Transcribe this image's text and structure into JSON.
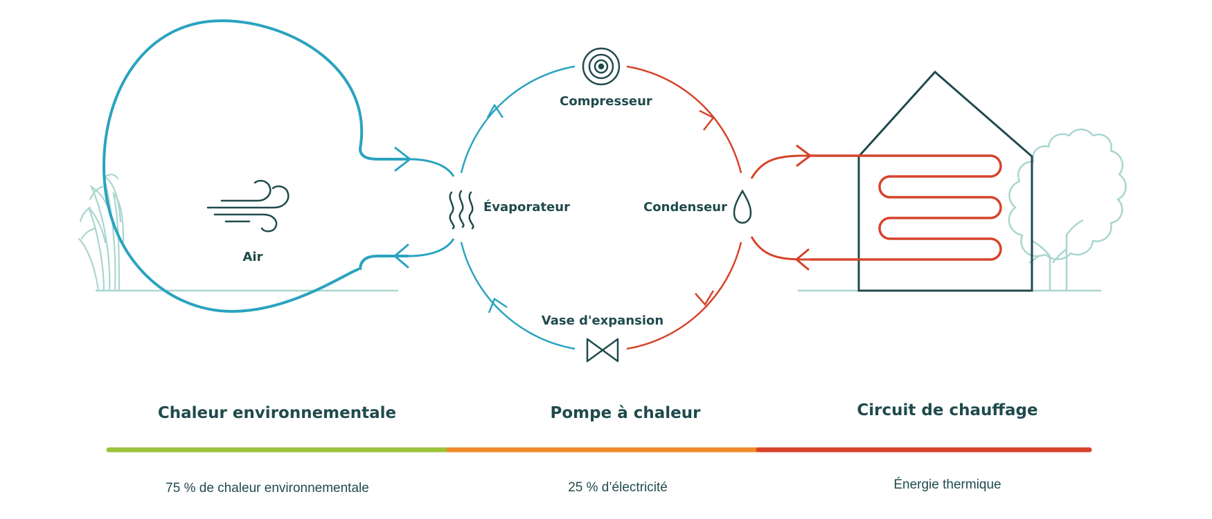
{
  "labels": {
    "air": "Air",
    "evaporator": "Évaporateur",
    "compressor": "Compresseur",
    "condenser": "Condenseur",
    "expansion": "Vase d'expansion"
  },
  "sections": [
    {
      "title": "Chaleur environnementale",
      "caption": "75 % de chaleur environnementale"
    },
    {
      "title": "Pompe à chaleur",
      "caption": "25 % d’électricité"
    },
    {
      "title": "Circuit de chauffage",
      "caption": "Énergie thermique"
    }
  ],
  "colors": {
    "cold": "#2aa3bf",
    "hot": "#d6432b",
    "text": "#1f4a4c",
    "scenery": "#a9d6cf",
    "green": "#9bc33c",
    "orange": "#ef8a2c",
    "red": "#d6432b"
  },
  "icons": {
    "air": "wind-icon",
    "evaporator": "heat-waves-icon",
    "compressor": "concentric-circles-icon",
    "condenser": "water-drop-icon",
    "expansion": "valve-icon"
  }
}
